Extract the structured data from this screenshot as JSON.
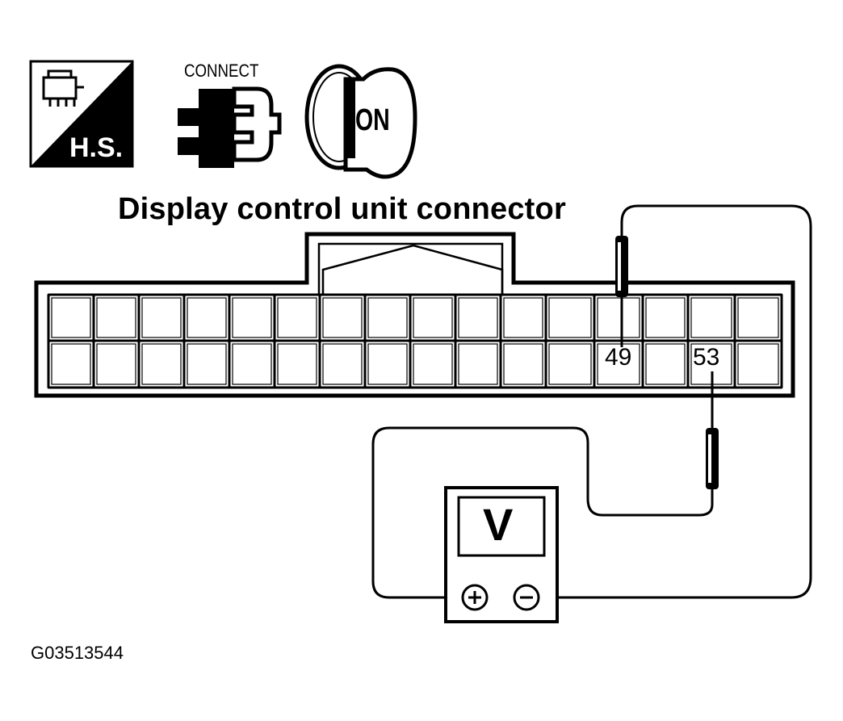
{
  "icons": {
    "harness_side": {
      "icon": "harness-side-icon",
      "label": "H.S."
    },
    "connect": {
      "icon": "connector-icon",
      "label": "CONNECT"
    },
    "ignition": {
      "icon": "ignition-key-icon",
      "label": "ON"
    }
  },
  "connector": {
    "title": "Display control unit connector",
    "pins": [
      {
        "number": "49",
        "probe": "negative"
      },
      {
        "number": "53",
        "probe": "positive"
      }
    ]
  },
  "voltmeter": {
    "display": "V",
    "positive_terminal": "+",
    "negative_terminal": "−"
  },
  "figure_code": "G03513544"
}
